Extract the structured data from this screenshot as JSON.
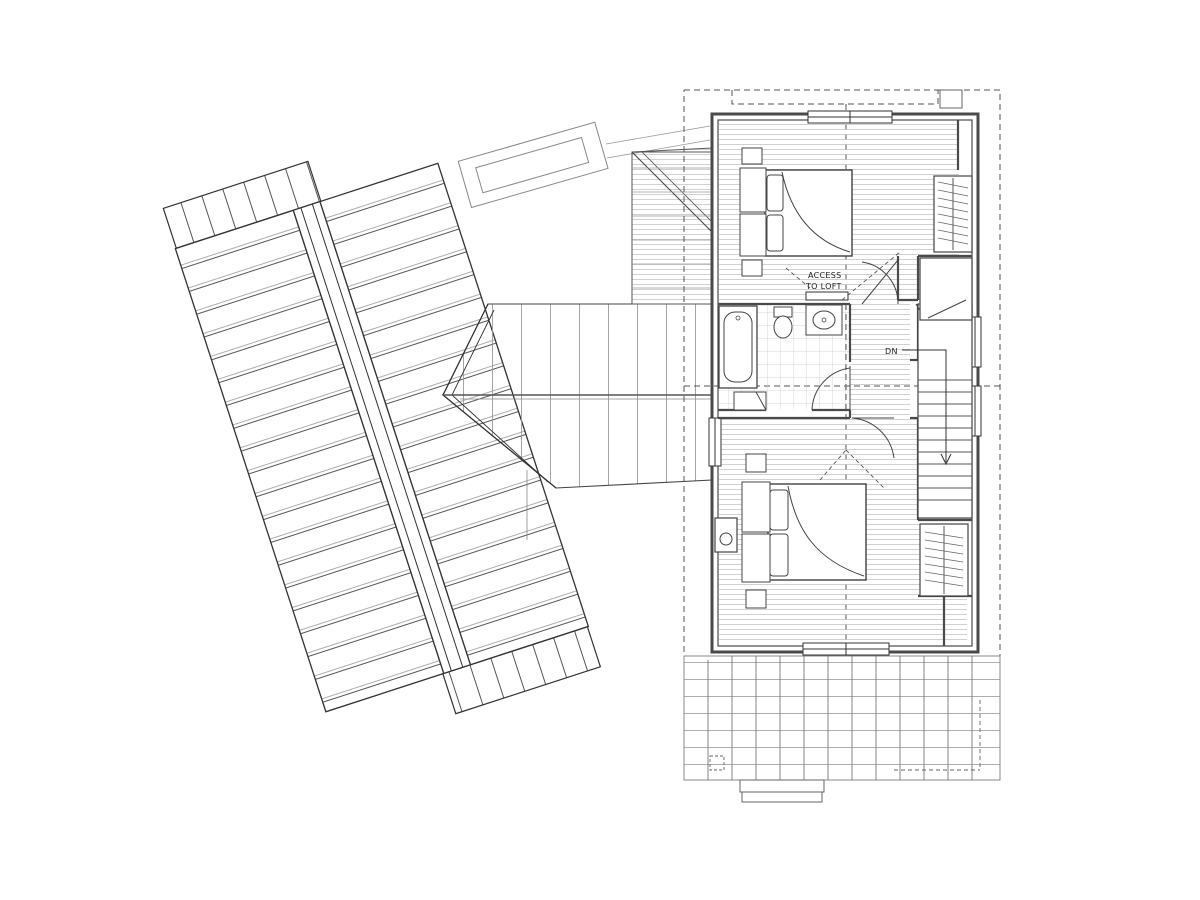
{
  "labels": {
    "access_line1": "ACCESS",
    "access_line2": "TO LOFT",
    "stair_down": "DN"
  },
  "colors": {
    "wall": "#4a4a4a",
    "line": "#333333",
    "thin": "#8a8a8a",
    "hatch": "#c4c4c4",
    "dash": "#555555"
  }
}
